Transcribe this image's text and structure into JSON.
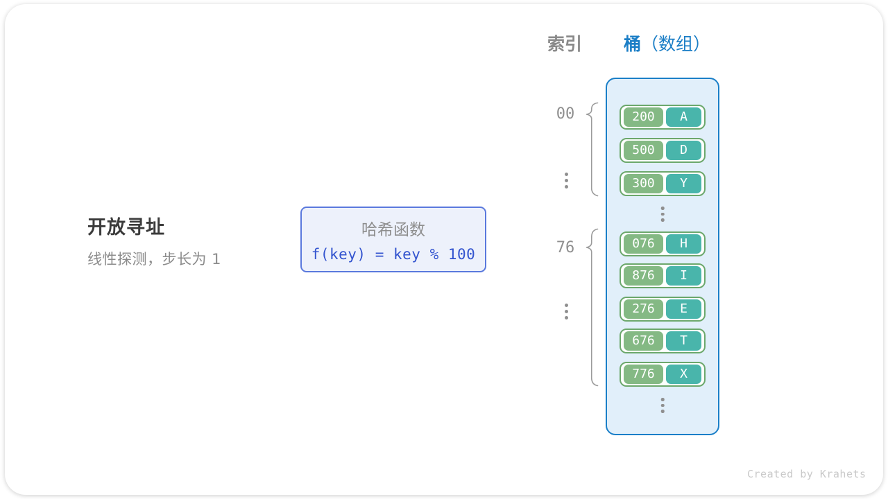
{
  "title_section": {
    "title": "开放寻址",
    "subtitle": "线性探测，步长为 1"
  },
  "hash_box": {
    "title": "哈希函数",
    "formula": "f(key) = key % 100"
  },
  "header": {
    "index_label": "索引",
    "bucket_label": "桶",
    "bucket_suffix": "（数组）"
  },
  "buckets": {
    "groups": [
      {
        "index": "00",
        "pairs": [
          {
            "key": "200",
            "value": "A"
          },
          {
            "key": "500",
            "value": "D"
          },
          {
            "key": "300",
            "value": "Y"
          }
        ]
      },
      {
        "index": "76",
        "pairs": [
          {
            "key": "076",
            "value": "H"
          },
          {
            "key": "876",
            "value": "I"
          },
          {
            "key": "276",
            "value": "E"
          },
          {
            "key": "676",
            "value": "T"
          },
          {
            "key": "776",
            "value": "X"
          }
        ]
      }
    ]
  },
  "footer": {
    "credit": "Created by Krahets"
  },
  "colors": {
    "bucket_border": "#1a7fc8",
    "bucket_bg": "#e1effa",
    "pair_border": "#6ca86c",
    "key_bg": "#84b984",
    "value_bg": "#49b5ab",
    "hash_border": "#5a79dd",
    "hash_bg": "#edf1fb",
    "formula_text": "#3354cf",
    "header_blue": "#1b7ec6",
    "gray_text": "#8c8c8c"
  }
}
